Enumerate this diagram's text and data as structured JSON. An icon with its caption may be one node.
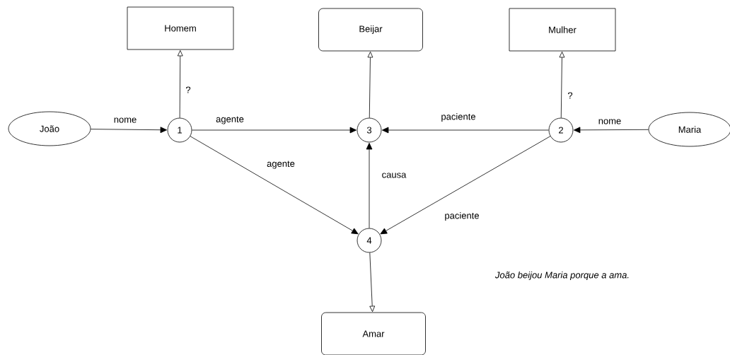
{
  "diagram": {
    "caption": "João beijou Maria porque a ama.",
    "nodes": [
      {
        "text": [
          "Homem"
        ]
      },
      {
        "text": [
          "Beijar"
        ]
      },
      {
        "text": [
          "Mulher"
        ]
      },
      {
        "text": [
          "João"
        ]
      },
      {
        "text": [
          "1"
        ]
      },
      {
        "text": [
          "3"
        ]
      },
      {
        "text": [
          "2"
        ]
      },
      {
        "text": [
          "Maria"
        ]
      },
      {
        "text": [
          "4"
        ]
      },
      {
        "text": [
          "Amar"
        ]
      }
    ],
    "edges": [
      {
        "from": 3,
        "to": 4,
        "arrow": "to",
        "label": "nome"
      },
      {
        "from": 4,
        "to": 0,
        "arrow": "to",
        "label": "?"
      },
      {
        "from": 4,
        "to": 5,
        "arrow": "to",
        "label": "agente"
      },
      {
        "from": 6,
        "to": 5,
        "arrow": "to",
        "label": "paciente"
      },
      {
        "from": 7,
        "to": 6,
        "arrow": "to",
        "label": "nome"
      },
      {
        "from": 6,
        "to": 2,
        "arrow": "to",
        "label": "?"
      },
      {
        "from": 5,
        "to": 1,
        "arrow": "to"
      },
      {
        "from": 4,
        "to": 8,
        "arrow": "to",
        "label": "agente"
      },
      {
        "from": 8,
        "to": 5,
        "arrow": "to",
        "label": "causa"
      },
      {
        "from": 6,
        "to": 8,
        "arrow": "to",
        "label": "paciente"
      },
      {
        "from": 8,
        "to": 9,
        "arrow": "to"
      }
    ]
  }
}
